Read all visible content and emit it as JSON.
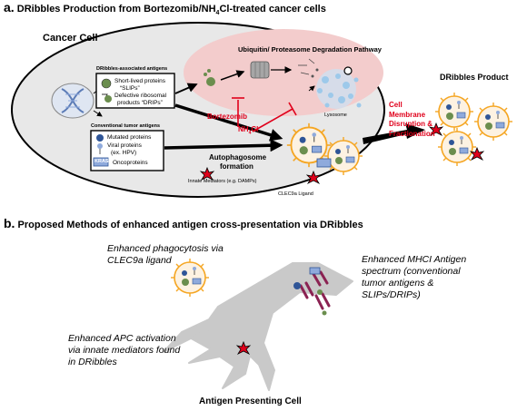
{
  "panel_a": {
    "letter": "a.",
    "title": "DRibbles Production from Bortezomib/NH",
    "title_sub": "4",
    "title_end": "Cl-treated cancer cells",
    "cancer_cell": "Cancer Cell",
    "pathway": "Ubiquitin/ Proteasome Degradation Pathway",
    "antigen_header": "DRibbles-associated antigens",
    "slip_1": "Short-lived proteins",
    "slip_2": "“SLIPs”",
    "drip_1": "Defective ribosomal",
    "drip_2": "products “DRIPs”",
    "conv_header": "Conventional tumor antigens",
    "mutated": "Mutated proteins",
    "viral": "Viral proteins",
    "hpv": "(ex. HPV)",
    "kras": "KRAS",
    "oncoproteins": "Oncoproteins",
    "bortezomib": "Bortezomib",
    "nh4cl": "NH",
    "nh4cl_sub": "4",
    "nh4cl_end": "Cl",
    "lysosome": "Lysosome",
    "autophagosome_1": "Autophagosome",
    "autophagosome_2": "formation",
    "innate": "Innate Mediators (e.g. DAMPs)",
    "clec": "CLEC9a Ligand",
    "cell_membrane_1": "Cell",
    "cell_membrane_2": "Membrane",
    "cell_membrane_3": "Disruption &",
    "cell_membrane_4": "Fractionation",
    "product": "DRibbles Product"
  },
  "panel_b": {
    "letter": "b.",
    "title": "Proposed Methods of enhanced antigen cross-presentation via DRibbles",
    "phago": "Enhanced phagocytosis via CLEC9a ligand",
    "mhc": "Enhanced MHCI Antigen spectrum (conventional tumor antigens & SLIPs/DRIPs)",
    "apc_act": "Enhanced APC activation via innate mediators found in DRibbles",
    "apc": "Antigen Presenting Cell"
  },
  "colors": {
    "red_label": "#e0001b",
    "cell_fill": "#e8e8e8",
    "pathway_fill": "#f3cccc",
    "dribble_fill": "#fdf2e2",
    "dribble_stroke": "#f5a623",
    "apc_fill": "#c9c9c9"
  }
}
